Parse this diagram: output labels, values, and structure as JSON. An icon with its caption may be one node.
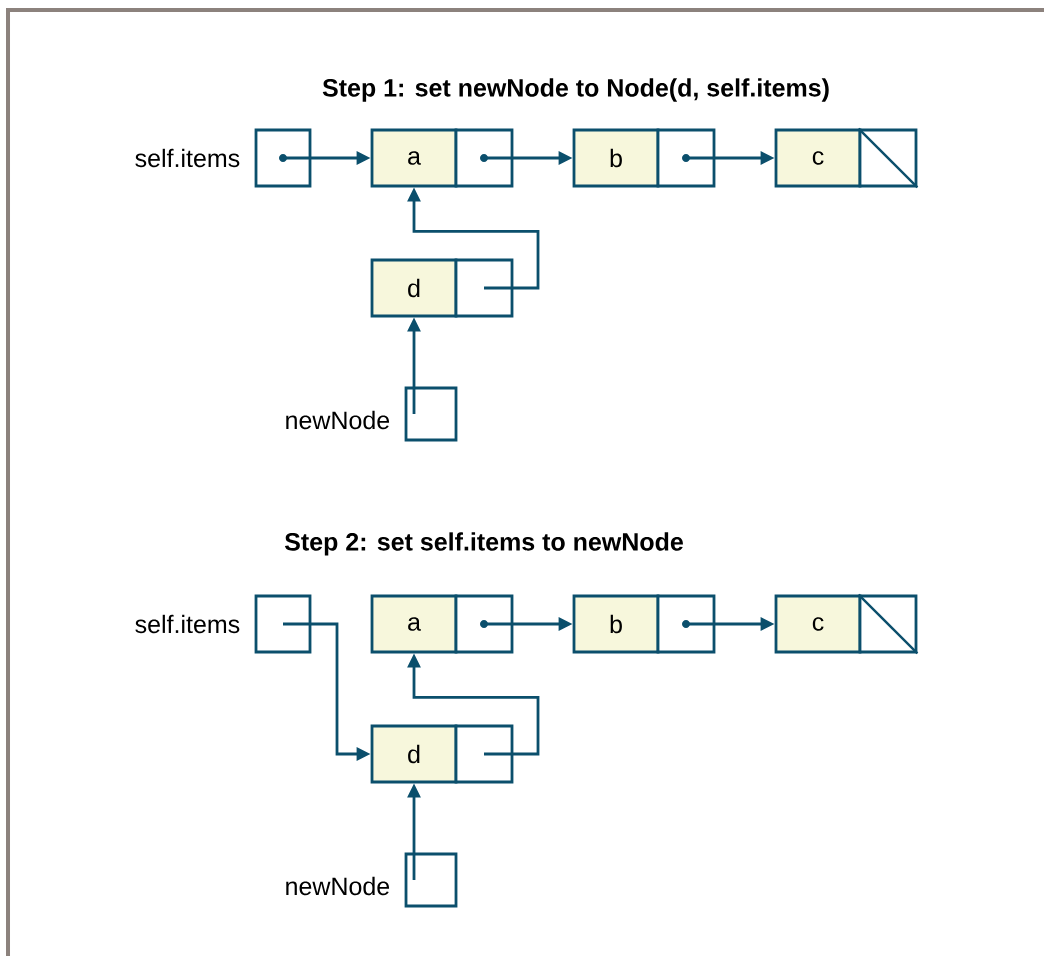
{
  "diagram": {
    "nodes": [
      {
        "text": [],
        "shape": "box",
        "beside": [
          "self.items"
        ]
      },
      {
        "text": [
          "a"
        ]
      },
      {
        "text": [],
        "shape": "box"
      },
      {
        "text": [
          "b"
        ]
      },
      {
        "text": [],
        "shape": "box"
      },
      {
        "text": [
          "c"
        ]
      },
      {
        "text": [],
        "shape": "box"
      },
      {
        "text": [
          "d"
        ]
      },
      {
        "text": [],
        "shape": "box"
      },
      {
        "text": [],
        "shape": "box",
        "beside": [
          "newNode"
        ]
      },
      {
        "text": [],
        "shape": "box",
        "beside": [
          "self.items"
        ]
      },
      {
        "text": [
          "a"
        ]
      },
      {
        "text": [],
        "shape": "box"
      },
      {
        "text": [
          "b"
        ]
      },
      {
        "text": [],
        "shape": "box"
      },
      {
        "text": [
          "c"
        ]
      },
      {
        "text": [],
        "shape": "box"
      },
      {
        "text": [
          "d"
        ]
      },
      {
        "text": [],
        "shape": "box"
      },
      {
        "text": [],
        "shape": "box",
        "beside": [
          "newNode"
        ]
      }
    ],
    "edges": [
      {
        "from": 0,
        "to": 1,
        "arrow": "to"
      },
      {
        "from": 2,
        "to": 3,
        "arrow": "to"
      },
      {
        "from": 4,
        "to": 5,
        "arrow": "to"
      },
      {
        "from": 8,
        "to": 1,
        "arrow": "to"
      },
      {
        "from": 9,
        "to": 7,
        "arrow": "to"
      },
      {
        "from": 10,
        "to": 17,
        "arrow": "to"
      },
      {
        "from": 12,
        "to": 13,
        "arrow": "to"
      },
      {
        "from": 14,
        "to": 15,
        "arrow": "to"
      },
      {
        "from": 18,
        "to": 11,
        "arrow": "to"
      },
      {
        "from": 19,
        "to": 17,
        "arrow": "to"
      }
    ],
    "labels": [
      "Step 1: set newNode to Node(d, self.items)",
      "Step 2: set self.items to newNode"
    ]
  }
}
